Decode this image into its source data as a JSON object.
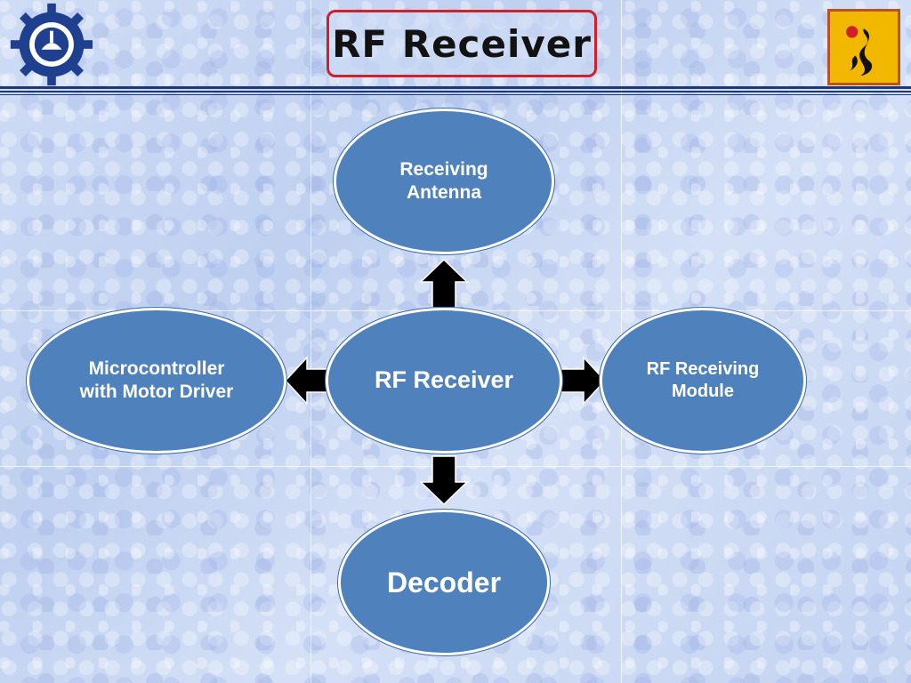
{
  "slide": {
    "title": "RF Receiver",
    "colors": {
      "node_fill": "#4f81bd",
      "node_border": "#ffffff",
      "title_border": "#d0202a",
      "arrow": "#000000"
    }
  },
  "logos": {
    "left": {
      "icon": "csir-gear-logo-icon"
    },
    "right": {
      "icon": "institute-flame-logo-icon"
    }
  },
  "diagram": {
    "center": "RF Receiver",
    "top": "Receiving Antenna",
    "left": "Microcontroller with Motor Driver",
    "right": "RF Receiving Module",
    "bottom": "Decoder"
  }
}
